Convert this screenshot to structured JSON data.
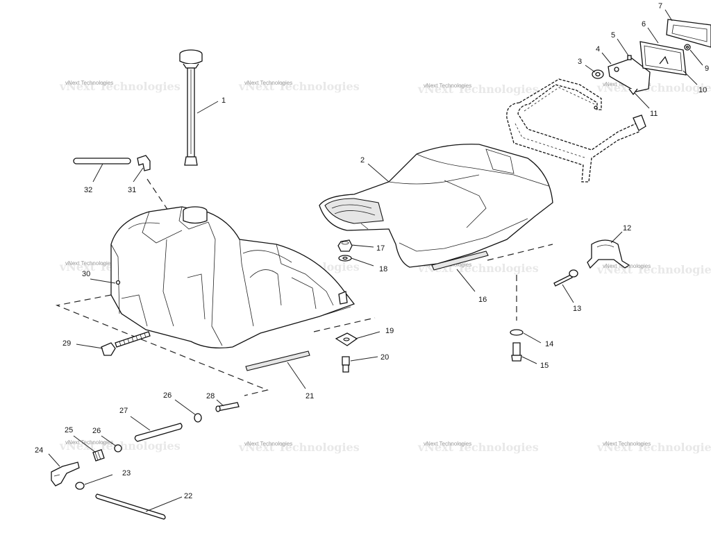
{
  "watermark": {
    "text": "vNext Technologies"
  },
  "callouts": [
    "1",
    "2",
    "3",
    "4",
    "5",
    "6",
    "7",
    "9",
    "10",
    "11",
    "12",
    "13",
    "14",
    "15",
    "16",
    "17",
    "18",
    "19",
    "20",
    "21",
    "22",
    "23",
    "24",
    "25",
    "26",
    "26",
    "27",
    "28",
    "29",
    "30",
    "31",
    "32"
  ]
}
